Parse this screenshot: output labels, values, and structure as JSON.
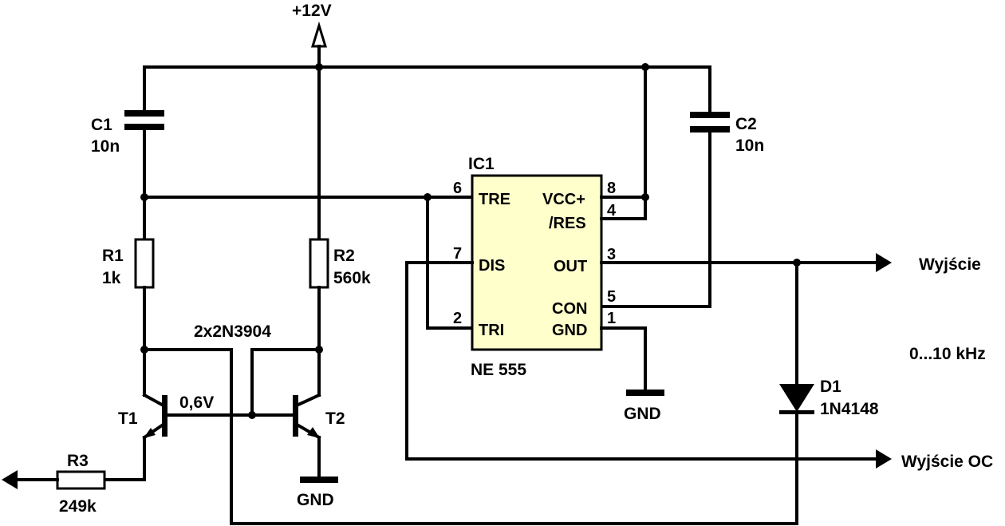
{
  "supply": {
    "label": "+12V"
  },
  "ic": {
    "ref": "IC1",
    "part": "NE 555",
    "pins": {
      "tre": {
        "name": "TRE",
        "num": "6"
      },
      "dis": {
        "name": "DIS",
        "num": "7"
      },
      "tri": {
        "name": "TRI",
        "num": "2"
      },
      "vcc": {
        "name": "VCC+",
        "num": "8"
      },
      "res": {
        "name": "/RES",
        "num": "4"
      },
      "out": {
        "name": "OUT",
        "num": "3"
      },
      "con": {
        "name": "CON",
        "num": "5"
      },
      "gnd": {
        "name": "GND",
        "num": "1"
      }
    }
  },
  "components": {
    "c1": {
      "ref": "C1",
      "value": "10n"
    },
    "c2": {
      "ref": "C2",
      "value": "10n"
    },
    "r1": {
      "ref": "R1",
      "value": "1k"
    },
    "r2": {
      "ref": "R2",
      "value": "560k"
    },
    "r3": {
      "ref": "R3",
      "value": "249k"
    },
    "d1": {
      "ref": "D1",
      "value": "1N4148"
    },
    "t1": {
      "ref": "T1"
    },
    "t2": {
      "ref": "T2"
    },
    "transistors": {
      "value": "2x2N3904"
    }
  },
  "labels": {
    "base_voltage": "0,6V",
    "gnd": "GND",
    "output": "Wyjście",
    "output_oc": "Wyjście OC",
    "freq_range": "0...10 kHz"
  }
}
